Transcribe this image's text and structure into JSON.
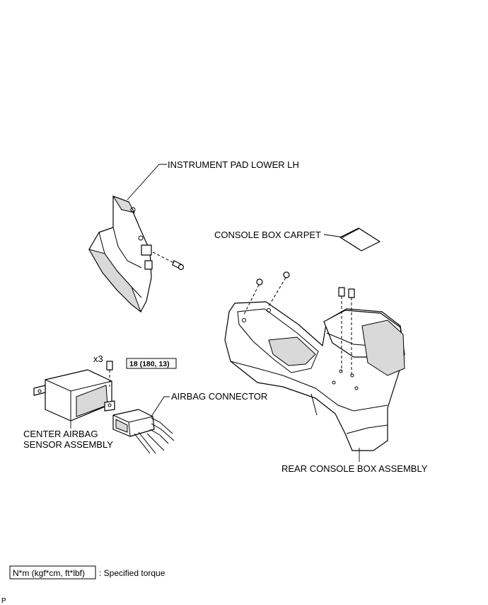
{
  "labels": {
    "instrument_pad": "INSTRUMENT PAD LOWER LH",
    "console_carpet": "CONSOLE BOX CARPET",
    "airbag_connector": "AIRBAG CONNECTOR",
    "center_sensor_line1": "CENTER AIRBAG",
    "center_sensor_line2": "SENSOR ASSEMBLY",
    "rear_console": "REAR CONSOLE BOX ASSEMBLY",
    "quantity": "x3",
    "torque_value": "18 (180, 13)"
  },
  "legend": {
    "unit_box": "N*m (kgf*cm, ft*lbf)",
    "description": ": Specified torque"
  },
  "corner_mark": "P"
}
